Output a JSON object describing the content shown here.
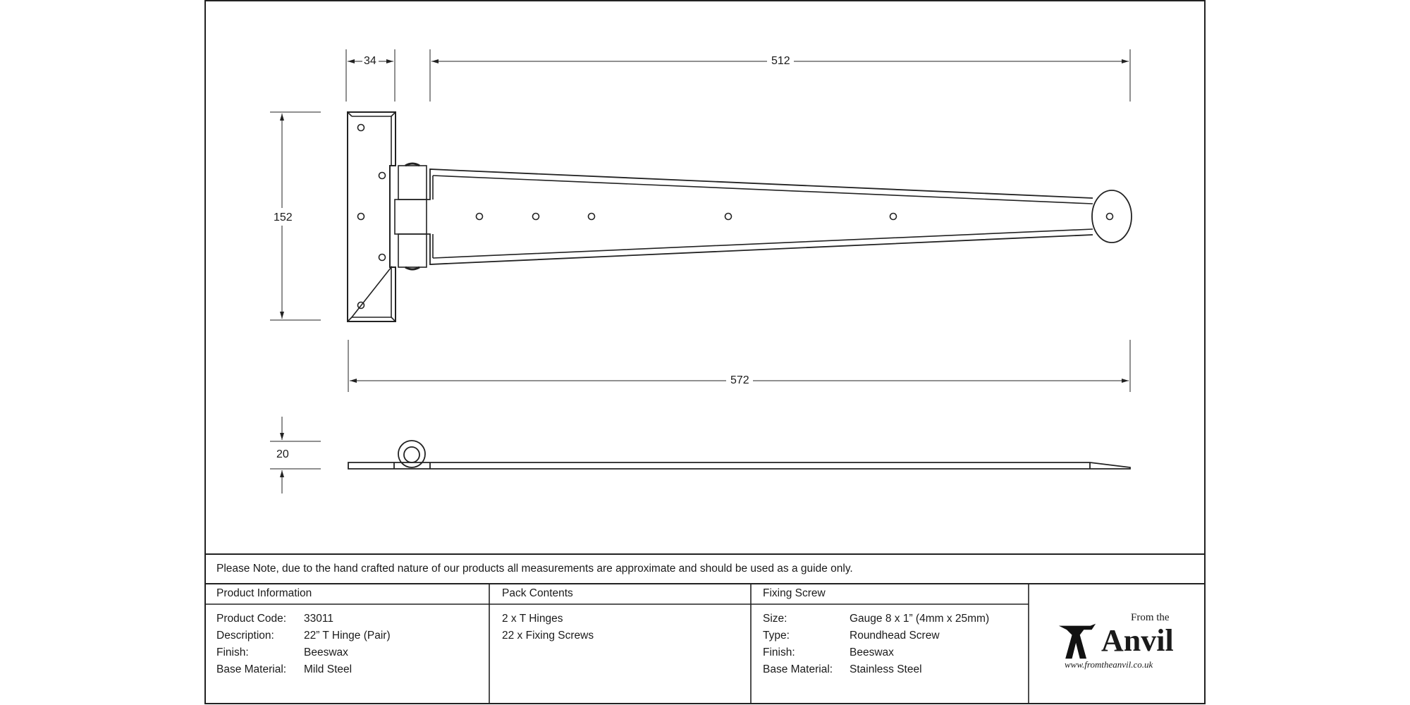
{
  "dimensions": {
    "plate_width": "34",
    "strap_length": "512",
    "height": "152",
    "overall_length": "572",
    "thickness": "20"
  },
  "note": "Please Note, due to the hand crafted nature of our products all measurements are approximate and should be used as a guide only.",
  "product_information": {
    "title": "Product Information",
    "rows": [
      {
        "label": "Product Code:",
        "value": "33011"
      },
      {
        "label": "Description:",
        "value": "22” T Hinge (Pair)"
      },
      {
        "label": "Finish:",
        "value": "Beeswax"
      },
      {
        "label": "Base Material:",
        "value": "Mild Steel"
      }
    ]
  },
  "pack_contents": {
    "title": "Pack Contents",
    "items": [
      "2 x T Hinges",
      "22 x Fixing Screws"
    ]
  },
  "fixing_screw": {
    "title": "Fixing Screw",
    "rows": [
      {
        "label": "Size:",
        "value": "Gauge 8 x 1” (4mm x 25mm)"
      },
      {
        "label": "Type:",
        "value": "Roundhead Screw"
      },
      {
        "label": "Finish:",
        "value": "Beeswax"
      },
      {
        "label": "Base Material:",
        "value": "Stainless Steel"
      }
    ]
  },
  "logo": {
    "line1": "From the",
    "line2": "Anvil",
    "url": "www.fromtheanvil.co.uk"
  }
}
